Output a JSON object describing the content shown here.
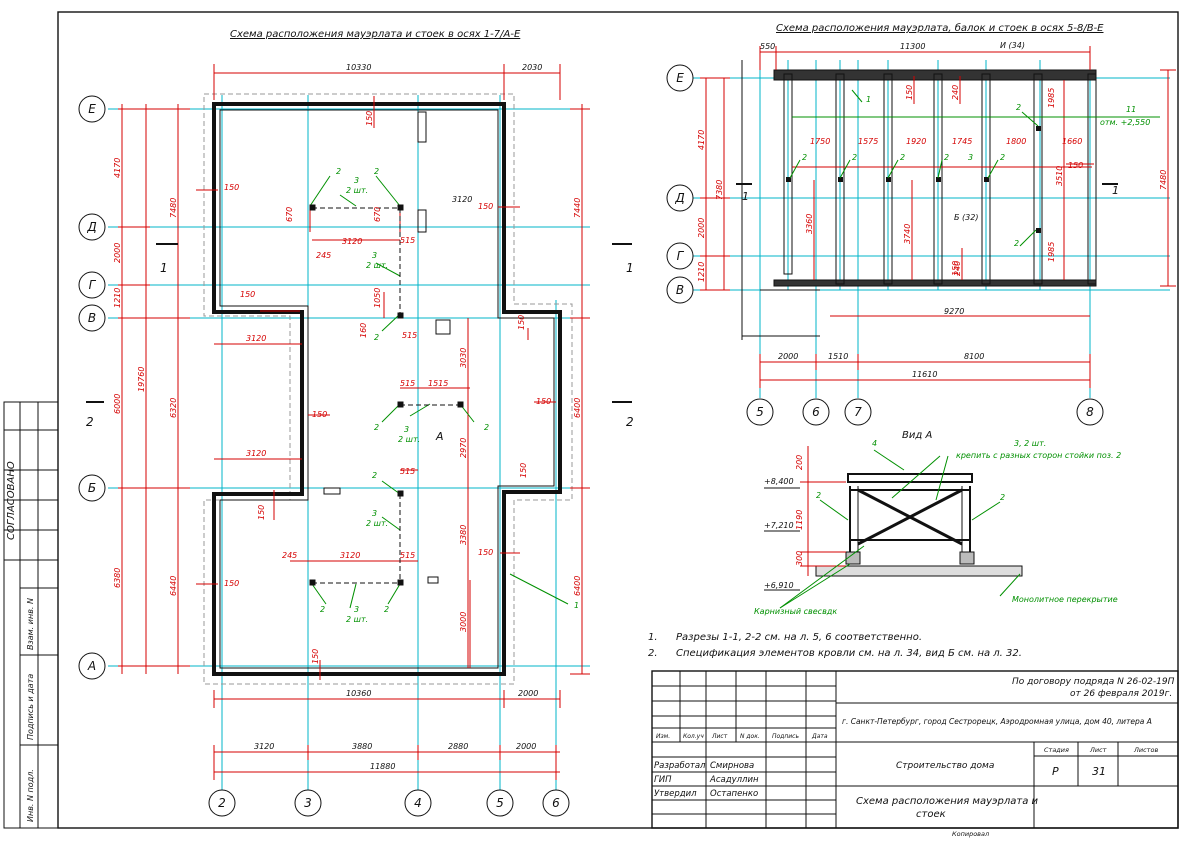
{
  "titles": {
    "plan_left": "Схема расположения мауэрлата и стоек в осях 1-7/А-Е",
    "plan_right": "Схема расположения мауэрлата, балок и стоек в осях 5-8/В-Е",
    "view_a": "Вид А"
  },
  "axes": {
    "rows_left": [
      "Е",
      "Д",
      "Г",
      "В",
      "Б",
      "А"
    ],
    "cols_left": [
      "2",
      "3",
      "4",
      "5",
      "6"
    ],
    "rows_right": [
      "Е",
      "Д",
      "Г",
      "В"
    ],
    "cols_right": [
      "5",
      "6",
      "7",
      "8"
    ]
  },
  "section_marks": {
    "one": "1",
    "two": "2"
  },
  "dims_left": {
    "top_main": "10330",
    "top_ext": "2030",
    "bottom_main": "10360",
    "bottom_ext": "2000",
    "b1": "3120",
    "b2": "3880",
    "b3": "2880",
    "b4": "2000",
    "total": "11880",
    "left_1": "4170",
    "left_2": "2000",
    "left_3": "1210",
    "left_4": "6000",
    "left_5": "6380",
    "left_h1": "7480",
    "left_h2": "6320",
    "left_h3": "6440",
    "left_total": "19760",
    "right_1": "7440",
    "right_2": "6400",
    "right_3": "6400",
    "in_3120a": "3120",
    "in_670a": "670",
    "in_670b": "670",
    "in_245a": "245",
    "in_515a": "515",
    "in_1050": "1050",
    "in_160": "160",
    "in_515b": "515",
    "in_3120b": "3120",
    "in_3120c": "3120",
    "in_515c": "515",
    "in_1515": "1515",
    "in_3030": "3030",
    "in_2970": "2970",
    "in_515d": "515",
    "in_3380": "3380",
    "in_245b": "245",
    "in_3120d": "3120",
    "in_515e": "515",
    "in_3000": "3000",
    "w150": "150"
  },
  "labels_left": {
    "two": "2",
    "three": "3",
    "two_sht": "2 шт.",
    "a": "А",
    "one": "1"
  },
  "dims_right": {
    "top_550": "550",
    "top_11300": "11300",
    "ref": "И (34)",
    "s1750": "1750",
    "s1575": "1575",
    "s1920": "1920",
    "s1745": "1745",
    "s1800": "1800",
    "s1660": "1660",
    "v150": "150",
    "v240a": "240",
    "v1985a": "1985",
    "v3510": "3510",
    "v240b": "240",
    "v1985b": "1985",
    "v3360": "3360",
    "v3740": "3740",
    "l4170": "4170",
    "l2000": "2000",
    "l1210": "1210",
    "l7380": "7380",
    "r7480": "7480",
    "b9270": "9270",
    "b2000": "2000",
    "b1510": "1510",
    "b8100": "8100",
    "b11610": "11610",
    "item11": "11",
    "elev": "отм. +2,550",
    "ref_b": "Б (32)"
  },
  "view_a": {
    "dim200": "200",
    "dim1190": "1190",
    "dim300": "300",
    "el1": "+8,400",
    "el2": "+7,210",
    "el3": "+6,910",
    "n4": "4",
    "n2a": "2",
    "n2b": "2",
    "note3": "3, 2 шт.",
    "note_fix": "крепить с разных сторон стойки поз. 2",
    "cornice": "Карнизный свесвдк",
    "slab": "Монолитное перекрытие"
  },
  "notes": [
    {
      "num": "1.",
      "text": "Разрезы 1-1, 2-2 см. на л. 5, 6 соответственно."
    },
    {
      "num": "2.",
      "text": "Спецификация элементов кровли см. на л. 34, вид Б см. на л. 32."
    }
  ],
  "side_stamp": {
    "agreed": "СОГЛАСОВАНО",
    "inv": "Взам. инв. N",
    "sign": "Подпись и дата",
    "inv_orig": "Инв. N подл."
  },
  "title_block": {
    "contract_1": "По договору подряда N 26-02-19П",
    "contract_2": "от 26 февраля 2019г.",
    "address": "г. Санкт-Петербург, город Сестрорецк, Аэродромная улица, дом 40, литера А",
    "col_headers": [
      "Изм.",
      "Кол.уч",
      "Лист",
      "N док.",
      "Подпись",
      "Дата"
    ],
    "roles": [
      {
        "role": "Разработал",
        "name": "Смирнова"
      },
      {
        "role": "ГИП",
        "name": "Асадуллин"
      },
      {
        "role": "Утвердил",
        "name": "Остапенко"
      }
    ],
    "project": "Строительство дома",
    "stage_h": "Стадия",
    "sheet_h": "Лист",
    "sheets_h": "Листов",
    "stage": "Р",
    "sheet": "31",
    "sheets": "",
    "drawing_1": "Схема расположения мауэрлата и",
    "drawing_2": "стоек",
    "format": "Копировал"
  },
  "colors": {
    "red": "#d50000",
    "cyan": "#00b4c8",
    "green": "#009000",
    "black": "#111111"
  }
}
